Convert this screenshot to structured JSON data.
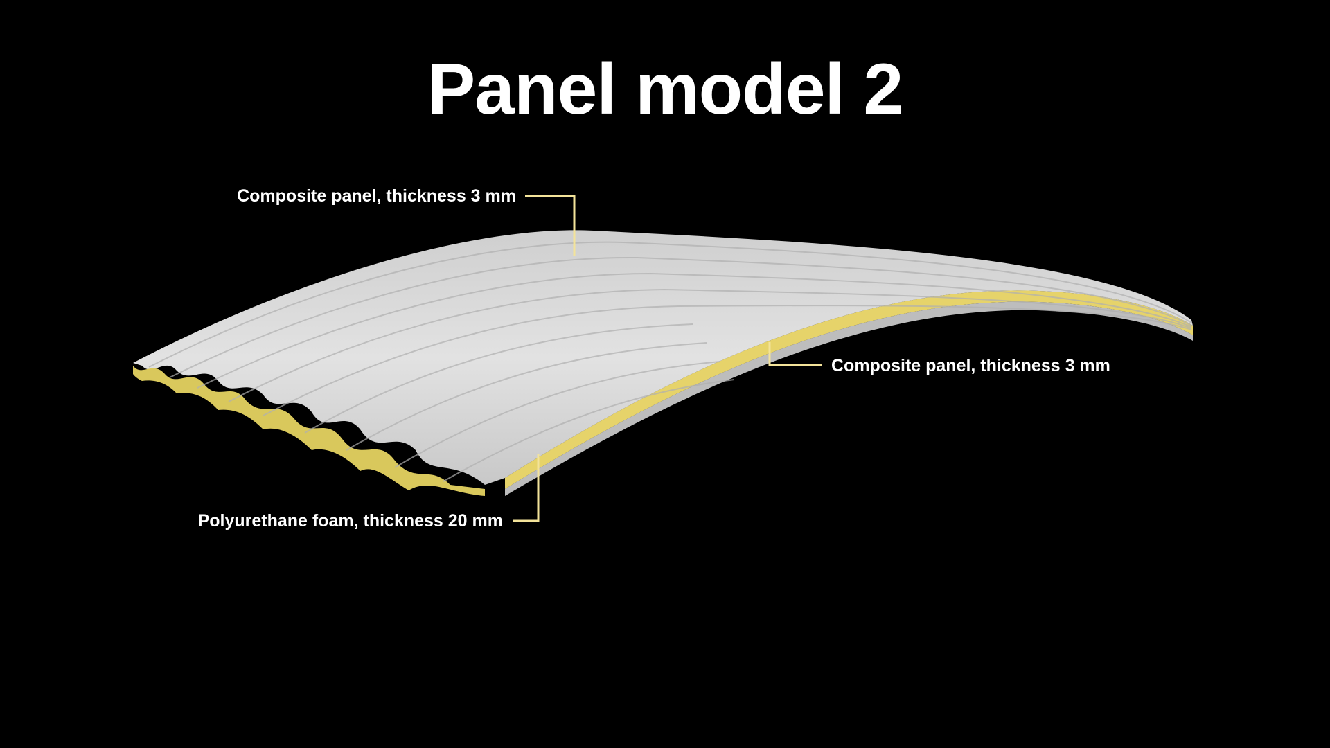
{
  "title": "Panel model 2",
  "labels": {
    "top": "Composite panel, thickness 3 mm",
    "bottom_right": "Composite panel, thickness 3 mm",
    "foam": "Polyurethane foam, thickness 20 mm"
  },
  "colors": {
    "leader": "#f3e39a",
    "foam": "#e8d46a",
    "panel": "#d9d9d9",
    "background": "#000000"
  }
}
